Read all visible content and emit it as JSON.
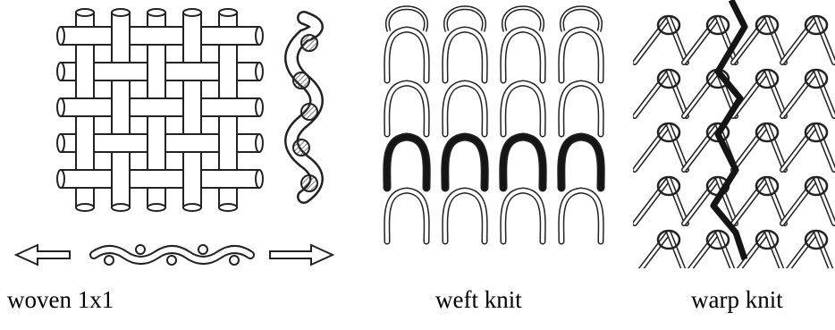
{
  "captions": {
    "woven": "woven 1x1",
    "weft": "weft knit",
    "warp": "warp knit"
  },
  "colors": {
    "line": "#222222",
    "highlight": "#151515",
    "fill": "#ffffff",
    "hatch": "#555555"
  },
  "icons": {
    "woven": "plain-weave-grid-icon",
    "cross_section_vertical": "yarn-cross-section-icon",
    "cross_section_horizontal": "yarn-cross-section-icon",
    "arrow_left": "arrow-left-icon",
    "arrow_right": "arrow-right-icon",
    "weft": "weft-knit-loops-icon",
    "warp": "warp-knit-loops-icon"
  }
}
